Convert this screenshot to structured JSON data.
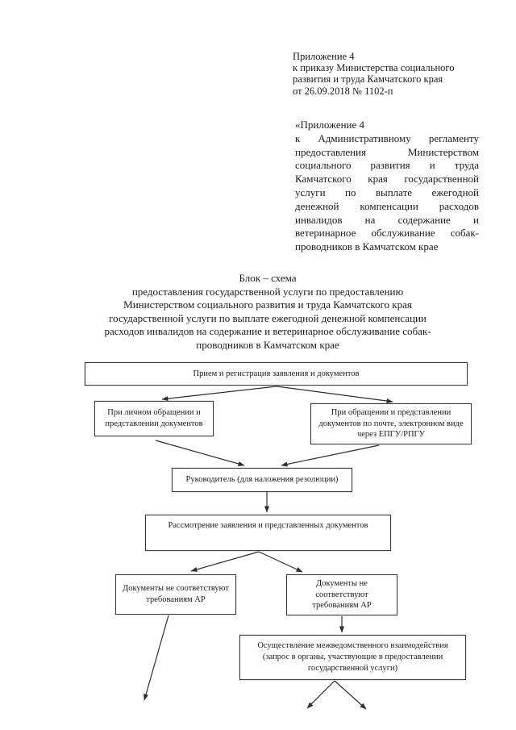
{
  "page": {
    "appendix_header": {
      "lines": [
        "Приложение 4",
        "к приказу Министерства социального",
        "развития и труда Камчатского края",
        "от 26.09.2018 № 1102-п"
      ]
    },
    "appendix_regulation": {
      "lines": [
        "«Приложение 4",
        "к Административному регламенту",
        "предоставления Министерством",
        "социального развития и труда",
        "Камчатского края государственной",
        "услуги по выплате ежегодной",
        "денежной компенсации расходов",
        "инвалидов на содержание и",
        "ветеринарное обслуживание собак-",
        "проводников в Камчатском крае"
      ]
    },
    "title": {
      "lines": [
        "Блок – схема",
        "предоставления государственной услуги по предоставлению",
        "Министерством социального развития и труда Камчатского края",
        "государственной услуги по выплате ежегодной денежной компенсации",
        "расходов инвалидов на содержание и ветеринарное обслуживание собак-",
        "проводников в Камчатском крае"
      ]
    },
    "flowchart": {
      "boxes": {
        "reception": "Прием и регистрация заявления и документов",
        "in_person": "При личном обращении и представлении документов",
        "by_mail": "При обращении и представлении документов по почте, электронном виде через ЕПГУ/РПГУ",
        "head": "Руководитель (для наложения резолюции)",
        "review": "Рассмотрение заявления и представленных документов",
        "docs_noncompliant_left": "Документы не соответствуют требованиям АР",
        "docs_noncompliant_right": "Документы не соответствуют требованиям АР",
        "interagency": "Осуществление межведомственного взаимодействия (запрос в органы, участвующие в предоставлении государственной услуги)"
      }
    },
    "colors": {
      "ink": "#1c1c1c",
      "box_border": "#3d3d3d",
      "paper": "#fefefe"
    }
  }
}
